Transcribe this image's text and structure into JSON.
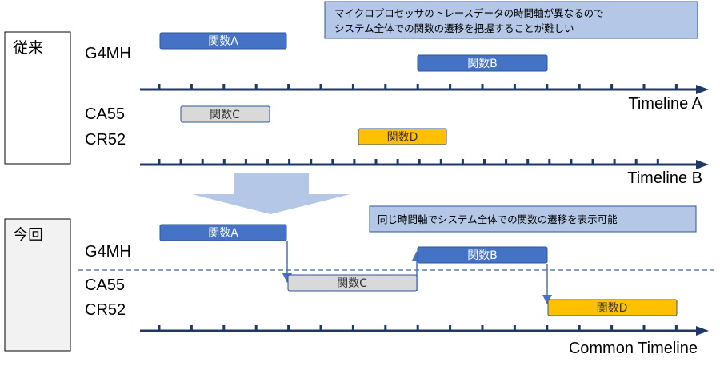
{
  "sections": {
    "before": {
      "label": "従来"
    },
    "now": {
      "label": "今回"
    }
  },
  "cores": {
    "g4mh": "G4MH",
    "ca55": "CA55",
    "cr52": "CR52"
  },
  "timelines": {
    "a": "Timeline A",
    "b": "Timeline B",
    "common": "Common Timeline"
  },
  "functions": {
    "a": "関数A",
    "b": "関数B",
    "c": "関数C",
    "d": "関数D"
  },
  "notes": {
    "before_line1": "マイクロプロセッサのトレースデータの時間軸が異なるので",
    "before_line2": "システム全体での関数の遷移を把握することが難しい",
    "now": "同じ時間軸でシステム全体での関数の遷移を表示可能"
  },
  "colors": {
    "blue": "#4472C4",
    "gray": "#D9D9D9",
    "yellow": "#FFC000",
    "axis": "#1F3864",
    "note_bg": "#B4C7E7",
    "note_border": "#2F5597",
    "arrow_bg": "#B4C7E7"
  }
}
